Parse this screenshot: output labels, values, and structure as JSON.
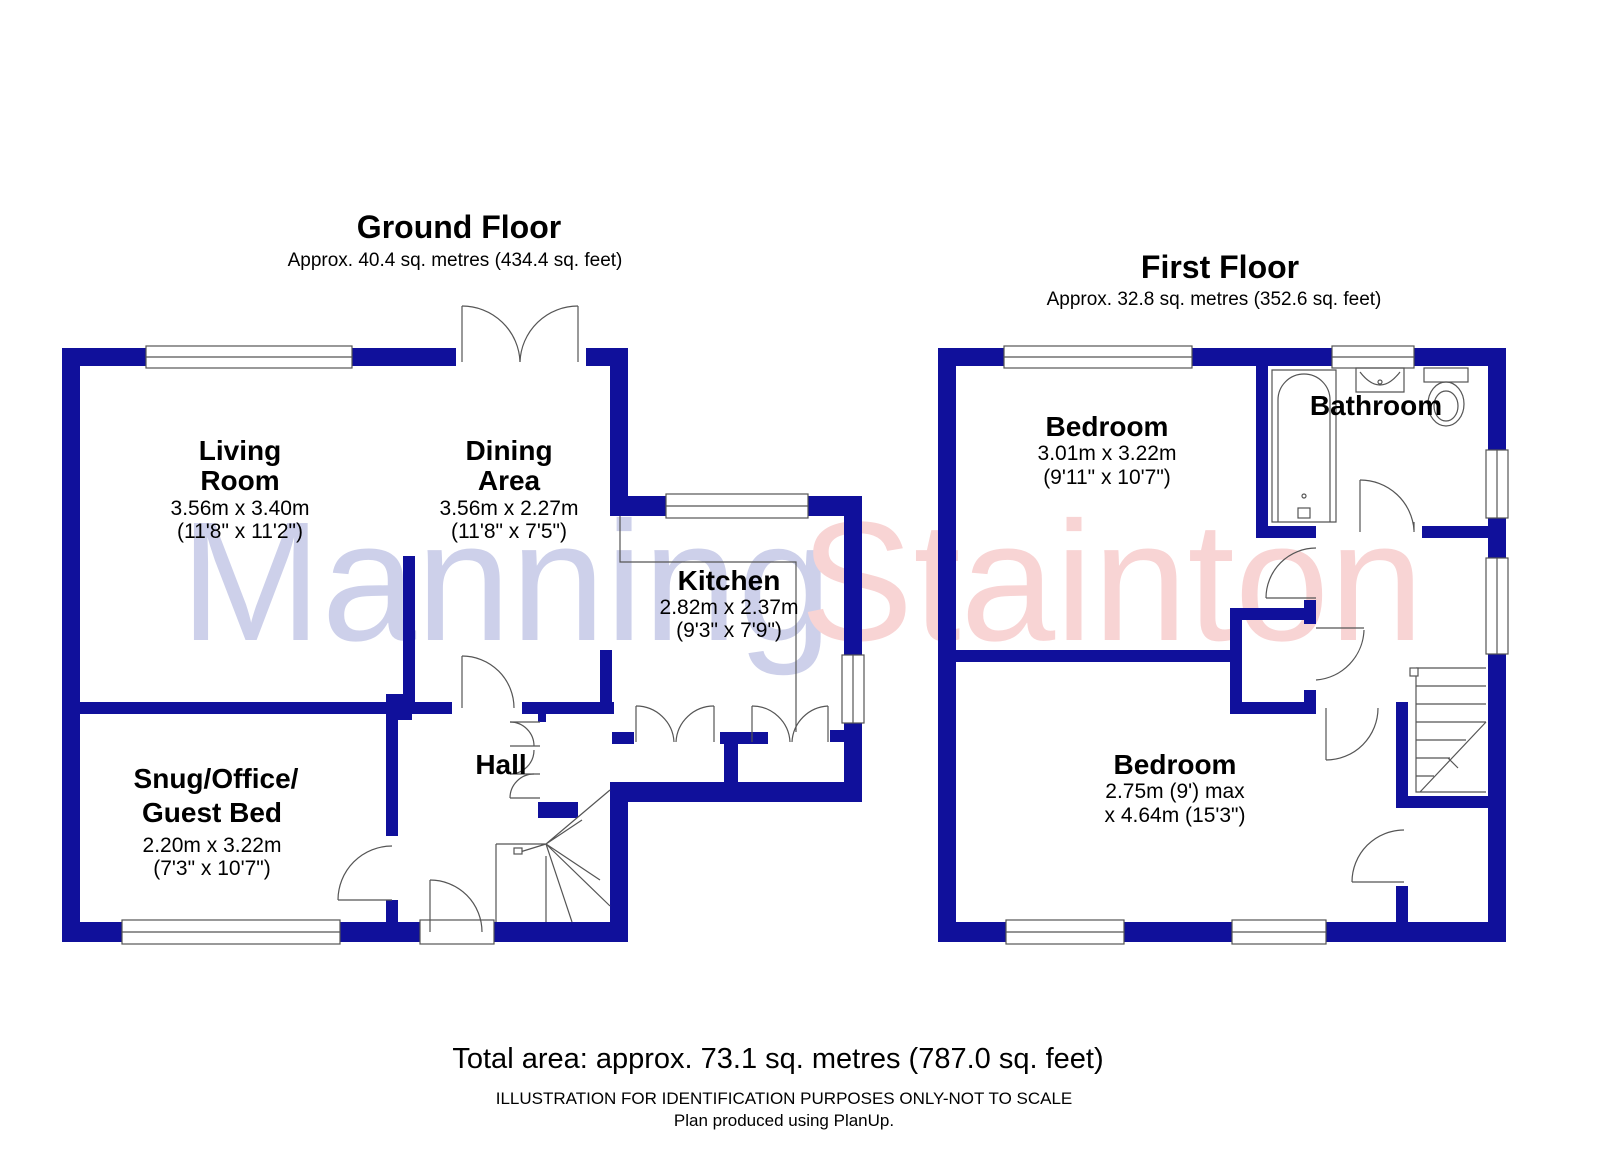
{
  "ground_floor": {
    "title": "Ground Floor",
    "area": "Approx. 40.4 sq. metres (434.4 sq. feet)",
    "rooms": [
      {
        "name_lines": [
          "Living",
          "Room"
        ],
        "dims": [
          "3.56m x 3.40m",
          "(11'8\" x 11'2\")"
        ]
      },
      {
        "name_lines": [
          "Dining",
          "Area"
        ],
        "dims": [
          "3.56m x 2.27m",
          "(11'8\" x 7'5\")"
        ]
      },
      {
        "name_lines": [
          "Kitchen"
        ],
        "dims": [
          "2.82m x 2.37m",
          "(9'3\" x 7'9\")"
        ]
      },
      {
        "name_lines": [
          "Hall"
        ],
        "dims": []
      },
      {
        "name_lines": [
          "Snug/Office/",
          "Guest Bed"
        ],
        "dims": [
          "2.20m x 3.22m",
          "(7'3\" x 10'7\")"
        ]
      }
    ]
  },
  "first_floor": {
    "title": "First Floor",
    "area": "Approx. 32.8 sq. metres (352.6 sq. feet)",
    "rooms": [
      {
        "name_lines": [
          "Bedroom"
        ],
        "dims": [
          "3.01m x 3.22m",
          "(9'11\" x 10'7\")"
        ]
      },
      {
        "name_lines": [
          "Bathroom"
        ],
        "dims": []
      },
      {
        "name_lines": [
          "Bedroom"
        ],
        "dims": [
          "2.75m (9') max",
          "x 4.64m (15'3\")"
        ]
      }
    ]
  },
  "watermark": {
    "part1": "Manning",
    "part2": "Stainton"
  },
  "total_area": "Total area: approx. 73.1 sq. metres (787.0 sq. feet)",
  "disclaimer": "ILLUSTRATION FOR IDENTIFICATION PURPOSES ONLY-NOT TO SCALE",
  "produced_by": "Plan produced using PlanUp.",
  "colors": {
    "wall": "#10109b",
    "watermark_1": "#c8cce8",
    "watermark_2": "#f8d0d0"
  }
}
